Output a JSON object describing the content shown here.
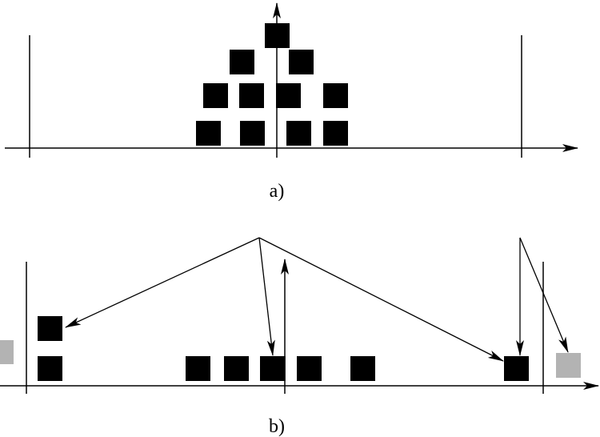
{
  "panel_a": {
    "label": "a)",
    "block_color": "#000000",
    "block_count": 11
  },
  "panel_b": {
    "label": "b)",
    "block_color": "#000000",
    "ghost_block_color": "#b3b3b3",
    "block_count": 8,
    "ghost_block_count": 2
  },
  "colors": {
    "line": "#000000",
    "background": "#ffffff"
  }
}
